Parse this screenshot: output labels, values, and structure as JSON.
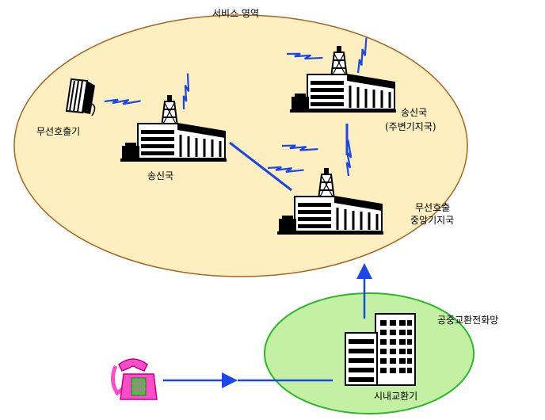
{
  "labels": {
    "service_area": "서비스 영역",
    "pager": "무선호출기",
    "transmitter_left": "송신국",
    "transmitter_right": "송신국",
    "peripheral_base": "(주변기지국)",
    "central_line1": "무선호출",
    "central_line2": "중앙기지국",
    "pstn": "공중교환전화망",
    "local_exchange": "시내교환기"
  },
  "colors": {
    "service_area_fill": "#fdefc0",
    "service_area_stroke": "#a86420",
    "pstn_fill": "#c4f0a4",
    "pstn_stroke": "#2ab82a",
    "link_blue": "#1c47e8",
    "phone_pink": "#ff4dc8",
    "phone_keypad": "#3cc83c"
  },
  "icons": {
    "pager": "pager-icon",
    "station": "building-icon",
    "antenna": "antenna-tower-icon",
    "exchange": "office-building-icon",
    "phone": "telephone-icon",
    "signal": "lightning-signal-icon"
  }
}
